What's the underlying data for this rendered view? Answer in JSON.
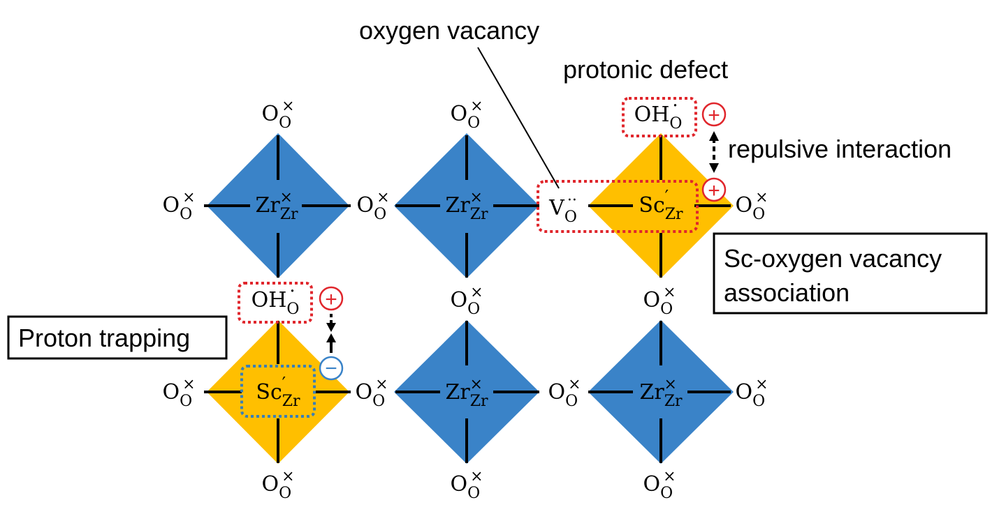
{
  "labels": {
    "oxygen_vacancy": "oxygen vacancy",
    "protonic_defect": "protonic defect",
    "repulsive_interaction": "repulsive interaction",
    "sc_assoc_line1": "Sc-oxygen vacancy",
    "sc_assoc_line2": "association",
    "proton_trapping": "Proton trapping"
  },
  "species": {
    "oxygen": {
      "base": "O",
      "sub": "O",
      "sup": "×"
    },
    "zirconium": {
      "base": "Zr",
      "sub": "Zr",
      "sup": "×"
    },
    "scandium": {
      "base": "Sc",
      "sub": "Zr",
      "sup": "′"
    },
    "hydroxide": {
      "base": "OH",
      "sub": "O",
      "sup": "·"
    },
    "vacancy": {
      "base": "V",
      "sub": "O",
      "sup": "··"
    }
  },
  "charges": {
    "plus": "+",
    "minus": "−"
  },
  "colors": {
    "zr_octahedron": "#3a83c8",
    "sc_octahedron": "#ffbf00",
    "dotted_red": "#e0262c",
    "dotted_blue": "#3a7fb6",
    "plus_red": "#e0262c",
    "minus_blue": "#3a83c8",
    "bond": "#000000"
  }
}
